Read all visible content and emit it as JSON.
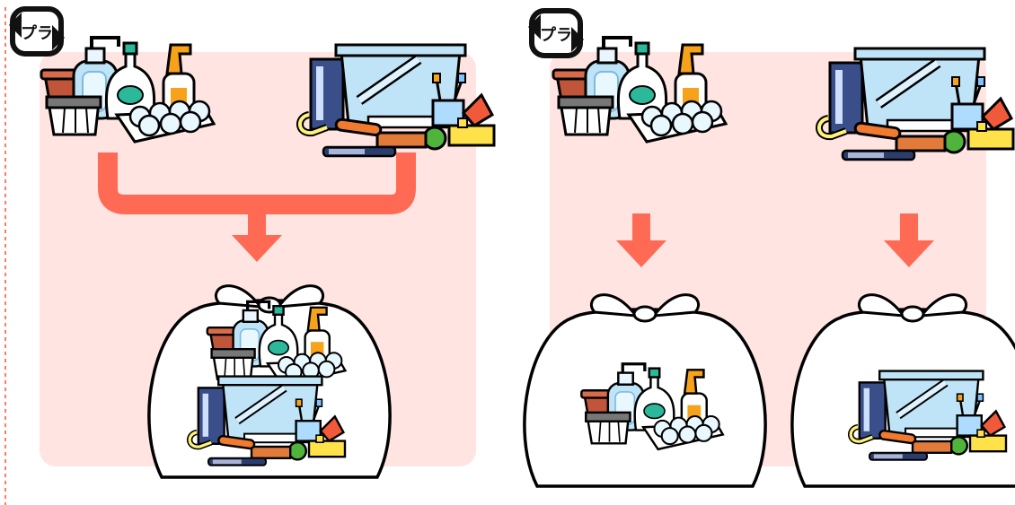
{
  "recycle_mark": {
    "label": "プラ"
  },
  "header_left": "",
  "header_right": "",
  "colors": {
    "panel": "#ffe4e2",
    "arrow": "#ff6a55",
    "divider": "#ff7a6a",
    "title_red": "#ff2a2a"
  },
  "scenes": [
    {
      "id": "left",
      "mode": "combined",
      "icon": "plastic-recycle-mark"
    },
    {
      "id": "right",
      "mode": "separated",
      "icon": "plastic-recycle-mark"
    }
  ]
}
